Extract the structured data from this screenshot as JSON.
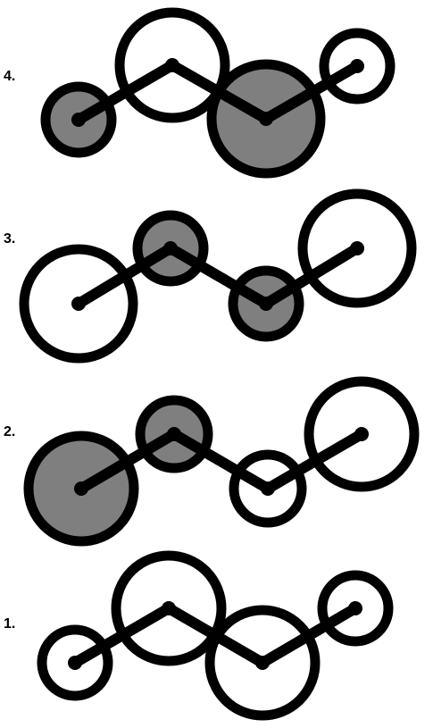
{
  "colors": {
    "stroke": "#000000",
    "filled": "#7f7f7f",
    "empty": "#ffffff"
  },
  "panels": [
    {
      "label": "4.",
      "fills": [
        "filled",
        "empty",
        "filled",
        "empty"
      ]
    },
    {
      "label": "3.",
      "fills": [
        "empty",
        "filled",
        "filled",
        "empty"
      ]
    },
    {
      "label": "2.",
      "fills": [
        "filled",
        "filled",
        "empty",
        "empty"
      ]
    },
    {
      "label": "1.",
      "fills": [
        "empty",
        "empty",
        "empty",
        "empty"
      ]
    }
  ]
}
